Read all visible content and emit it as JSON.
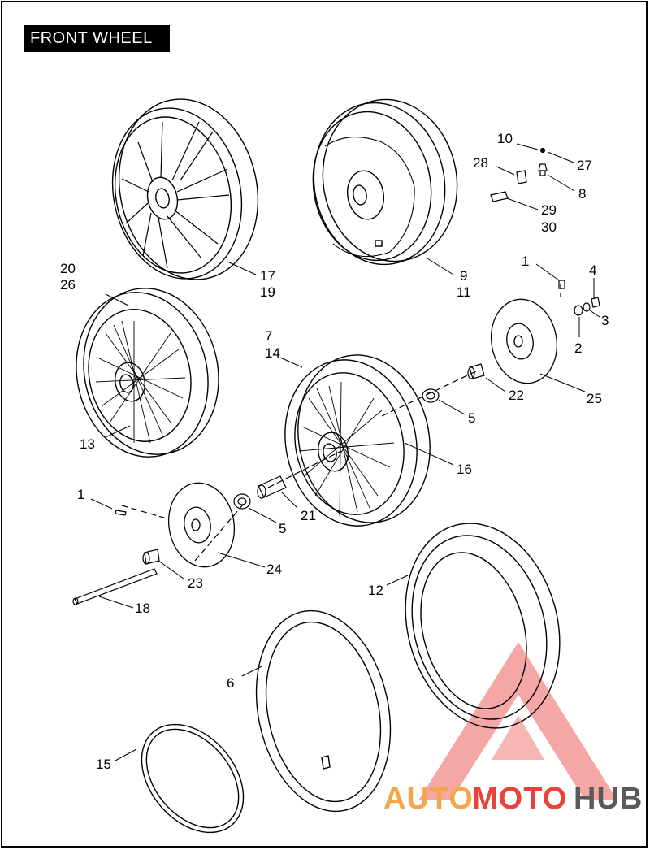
{
  "title": "FRONT WHEEL",
  "callouts": [
    {
      "id": "c1a",
      "text": "1"
    },
    {
      "id": "c1b",
      "text": "1"
    },
    {
      "id": "c2",
      "text": "2"
    },
    {
      "id": "c3",
      "text": "3"
    },
    {
      "id": "c4",
      "text": "4"
    },
    {
      "id": "c5a",
      "text": "5"
    },
    {
      "id": "c5b",
      "text": "5"
    },
    {
      "id": "c6",
      "text": "6"
    },
    {
      "id": "c7",
      "text": "7"
    },
    {
      "id": "c8",
      "text": "8"
    },
    {
      "id": "c9",
      "text": "9"
    },
    {
      "id": "c10",
      "text": "10"
    },
    {
      "id": "c11",
      "text": "11"
    },
    {
      "id": "c12",
      "text": "12"
    },
    {
      "id": "c13",
      "text": "13"
    },
    {
      "id": "c14",
      "text": "14"
    },
    {
      "id": "c15",
      "text": "15"
    },
    {
      "id": "c16",
      "text": "16"
    },
    {
      "id": "c17",
      "text": "17"
    },
    {
      "id": "c18",
      "text": "18"
    },
    {
      "id": "c19",
      "text": "19"
    },
    {
      "id": "c20",
      "text": "20"
    },
    {
      "id": "c21",
      "text": "21"
    },
    {
      "id": "c22",
      "text": "22"
    },
    {
      "id": "c23",
      "text": "23"
    },
    {
      "id": "c24",
      "text": "24"
    },
    {
      "id": "c25",
      "text": "25"
    },
    {
      "id": "c26",
      "text": "26"
    },
    {
      "id": "c27",
      "text": "27"
    },
    {
      "id": "c28",
      "text": "28"
    },
    {
      "id": "c29",
      "text": "29"
    },
    {
      "id": "c30",
      "text": "30"
    }
  ],
  "watermark": {
    "text_part1": "AUTO",
    "text_part2": "MOTO",
    "text_part3": "HUB",
    "color_orange": "#f4a64a",
    "color_red": "#e8423c",
    "color_gray": "#5a5a5a"
  }
}
